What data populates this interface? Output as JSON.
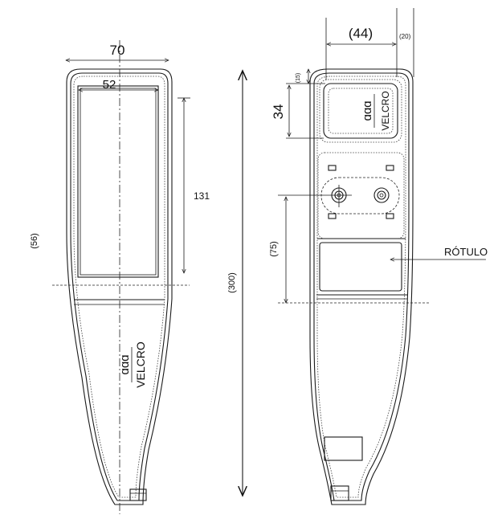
{
  "dimensions": {
    "width": "70",
    "inner_width": "52",
    "panel_height": "131",
    "lower_offset": "(56)",
    "total_length": "(300)",
    "top_width": "(44)",
    "side_margin": "(20)",
    "top_margin": "(15)",
    "velcro_height": "34",
    "label_offset": "(75)"
  },
  "labels": {
    "velcro_front": "VELCRO",
    "velcro_back": "VELCRO",
    "rotulo": "RÓTULO"
  }
}
